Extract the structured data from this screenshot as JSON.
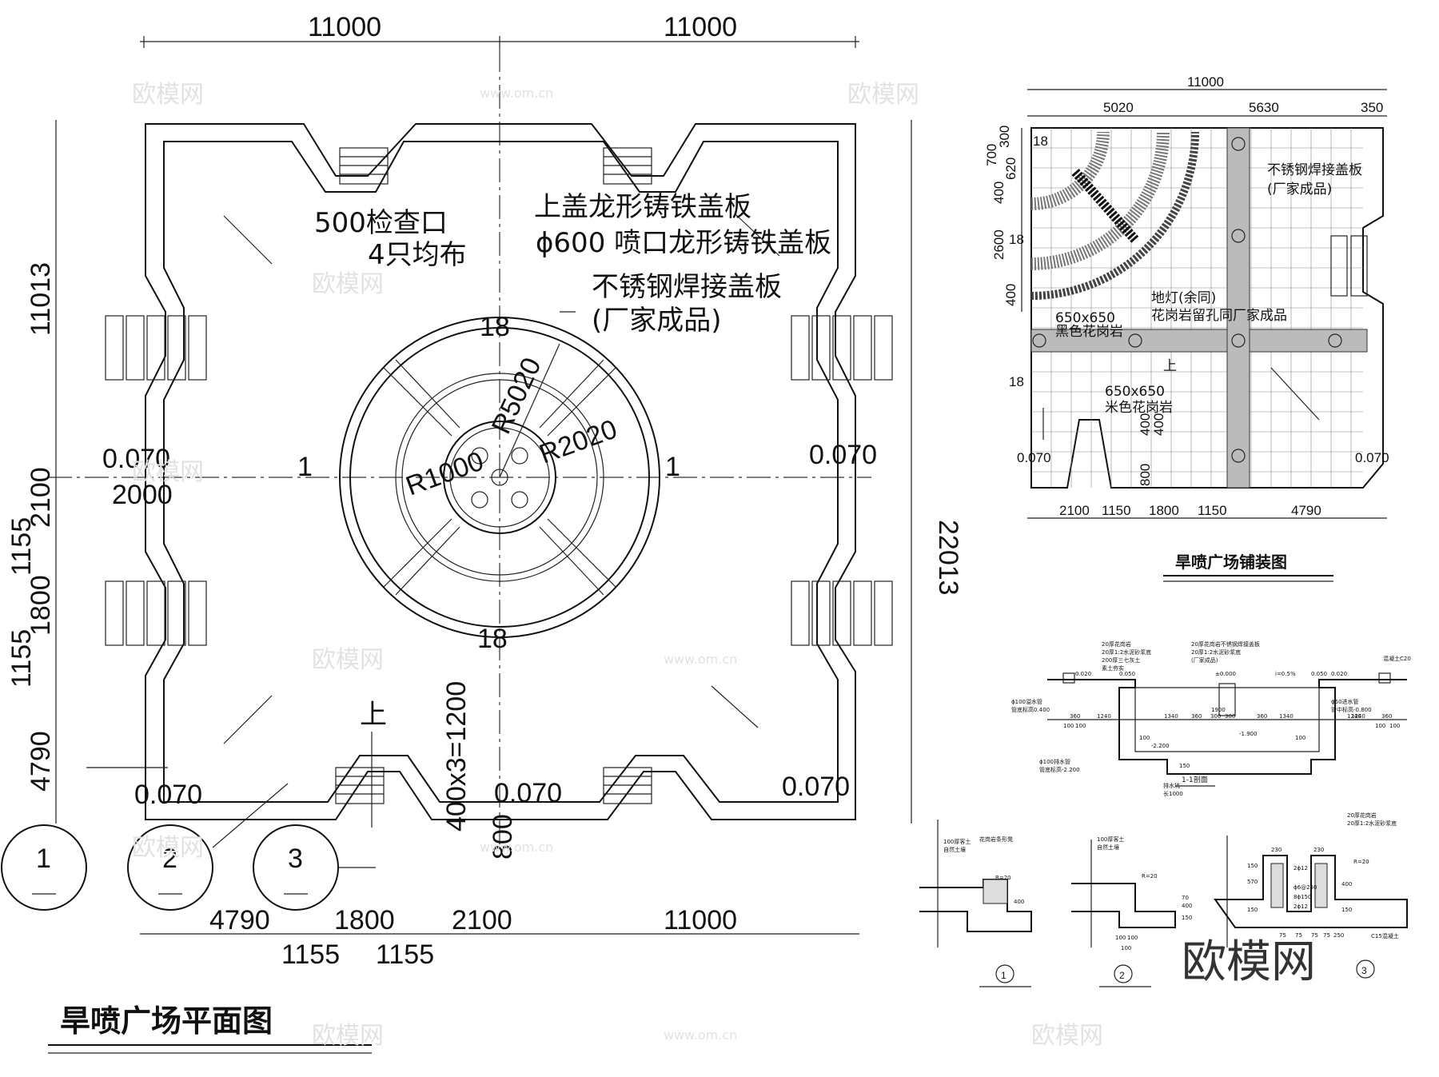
{
  "main_plan": {
    "title": "旱喷广场平面图",
    "dims": {
      "top_left": "11000",
      "top_right": "11000",
      "left_top": "11013",
      "left_2100": "2100",
      "left_1155a": "1155",
      "left_1800": "1800",
      "left_1155b": "1155",
      "left_4790": "4790",
      "right_total": "22013",
      "bottom_4790": "4790",
      "bottom_1800": "1800",
      "bottom_2100": "2100",
      "bottom_11000": "11000",
      "bottom_1155a": "1155",
      "bottom_1155b": "1155",
      "inner_2000": "2000",
      "stair_1200": "400x3=1200",
      "stair_800": "800"
    },
    "annotations": {
      "inspect_1": "500检查口",
      "inspect_2": "4只均布",
      "cover_1": "上盖龙形铸铁盖板",
      "cover_2": "ϕ600 喷口龙形铸铁盖板",
      "steel_1": "不锈钢焊接盖板",
      "steel_2": "(厂家成品)",
      "r5020": "R5020",
      "r2020": "R2020",
      "r1000": "R1000",
      "n18_top": "18",
      "n18_bottom": "18",
      "sec_left": "1",
      "sec_right": "1",
      "up": "上"
    },
    "elevations": {
      "left_mid": "0.070",
      "right_mid": "0.070",
      "bl": "0.070",
      "bc": "0.070",
      "br": "0.070"
    },
    "callouts": [
      "1",
      "2",
      "3"
    ]
  },
  "paving": {
    "title": "旱喷广场铺装图",
    "top_total": "11000",
    "top_dims": [
      "5020",
      "5630",
      "350"
    ],
    "left_dims": [
      "300",
      "700",
      "620",
      "400",
      "2600",
      "400"
    ],
    "bottom_dims": [
      "2100",
      "1150",
      "1800",
      "1150",
      "4790"
    ],
    "label_18a": "18",
    "label_18b": "18",
    "label_18c": "18",
    "steel_1": "不锈钢焊接盖板",
    "steel_2": "(厂家成品)",
    "light_1": "地灯(余同)",
    "light_2": "花岗岩留孔同厂家成品",
    "black_1": "650x650",
    "black_2": "黑色花岗岩",
    "beige_1": "650x650",
    "beige_2": "米色花岗岩",
    "up": "上",
    "stair_400a": "400",
    "stair_400b": "400",
    "stair_800": "800",
    "elev_left": "0.070",
    "elev_right": "0.070"
  },
  "section": {
    "title": "1-1剖面",
    "notes": [
      "20厚花岗岩",
      "20厚1:2水泥砂浆底",
      "200厚三七灰土",
      "素土夯实",
      "20厚花岗岩不锈钢焊接盖板",
      "20厚1:2水泥砂浆底",
      "(厂家成品)",
      "混凝土C20"
    ],
    "left_notes": [
      "ϕ100溢水管",
      "管底标高0.400"
    ],
    "bottom_notes": [
      "ϕ100排水管",
      "管底标高-2.200",
      "排水坑",
      "长1000"
    ],
    "right_notes": [
      "ϕ50进水管",
      "管中标高-0.800"
    ],
    "elevs": [
      "0.020",
      "0.050",
      "±0.000",
      "0.050",
      "0.020",
      "-1.900",
      "-2.200"
    ],
    "slope": "i=0.5%",
    "dims_row": [
      "360",
      "1240",
      "1340",
      "360",
      "300",
      "300",
      "360",
      "1340",
      "1240",
      "360"
    ],
    "small": [
      "100",
      "100",
      "100",
      "100",
      "150",
      "1900",
      "1240",
      "100",
      "100"
    ]
  },
  "details": {
    "d1": {
      "notes": [
        "100厚客土",
        "自然土壤",
        "花岗岩条形凳"
      ],
      "r": "R=20",
      "num": "1",
      "h": "400"
    },
    "d2": {
      "notes": [
        "100厚客土",
        "自然土壤"
      ],
      "r": "R=20",
      "num": "2",
      "dims": [
        "70",
        "400",
        "150",
        "100",
        "100",
        "100"
      ]
    },
    "d3": {
      "notes": [
        "20厚花岗岩",
        "20厚1:2水泥砂浆底",
        "C15混凝土"
      ],
      "r": "R=20",
      "num": "3",
      "dims": [
        "230",
        "230",
        "150",
        "570",
        "150",
        "400",
        "150",
        "250",
        "75",
        "75",
        "75",
        "75"
      ],
      "rebar": [
        "2ϕ12",
        "ϕ6@250",
        "8ϕ150",
        "2ϕ12"
      ]
    }
  },
  "watermarks": {
    "small": "欧模网",
    "url": "www.om.cn",
    "big": "欧模网"
  }
}
